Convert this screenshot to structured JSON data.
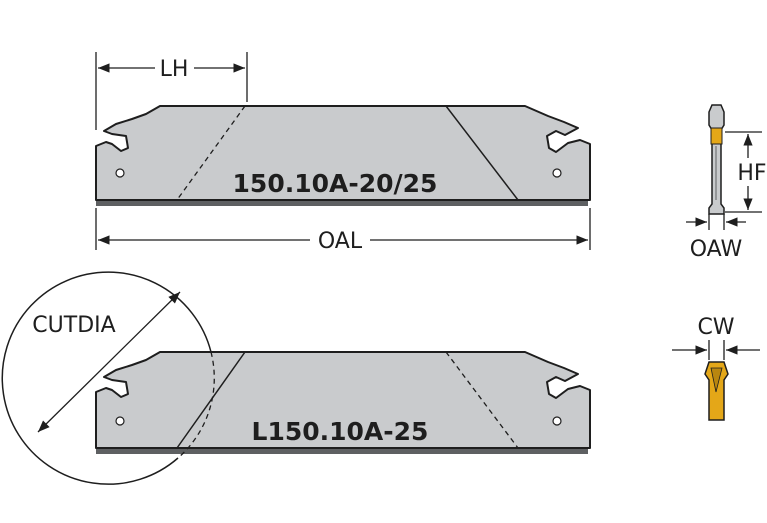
{
  "blades": {
    "top": {
      "designation": "150.10A-20/25"
    },
    "bottom": {
      "designation": "L150.10A-25"
    }
  },
  "dimensions": {
    "lh": "LH",
    "oal": "OAL",
    "cutdia": "CUTDIA",
    "hf": "HF",
    "oaw": "OAW",
    "cw": "CW"
  },
  "colors": {
    "blade_fill": "#c9cbcd",
    "blade_shadow": "#5e6062",
    "outline": "#1e1e1e",
    "insert_gold": "#e4a718"
  }
}
